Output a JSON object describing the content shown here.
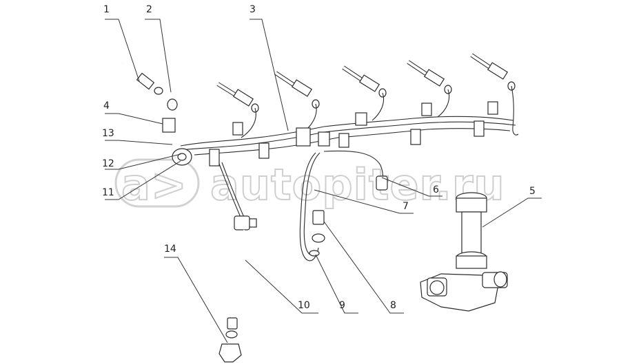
{
  "diagram": {
    "callouts": [
      {
        "id": "1",
        "label": "1"
      },
      {
        "id": "2",
        "label": "2"
      },
      {
        "id": "3",
        "label": "3"
      },
      {
        "id": "4",
        "label": "4"
      },
      {
        "id": "5",
        "label": "5"
      },
      {
        "id": "6",
        "label": "6"
      },
      {
        "id": "7",
        "label": "7"
      },
      {
        "id": "8",
        "label": "8"
      },
      {
        "id": "9",
        "label": "9"
      },
      {
        "id": "10",
        "label": "10"
      },
      {
        "id": "11",
        "label": "11"
      },
      {
        "id": "12",
        "label": "12"
      },
      {
        "id": "13",
        "label": "13"
      },
      {
        "id": "14",
        "label": "14"
      }
    ]
  },
  "watermark": {
    "text": "autopiter.ru",
    "logo_text": "a>"
  }
}
